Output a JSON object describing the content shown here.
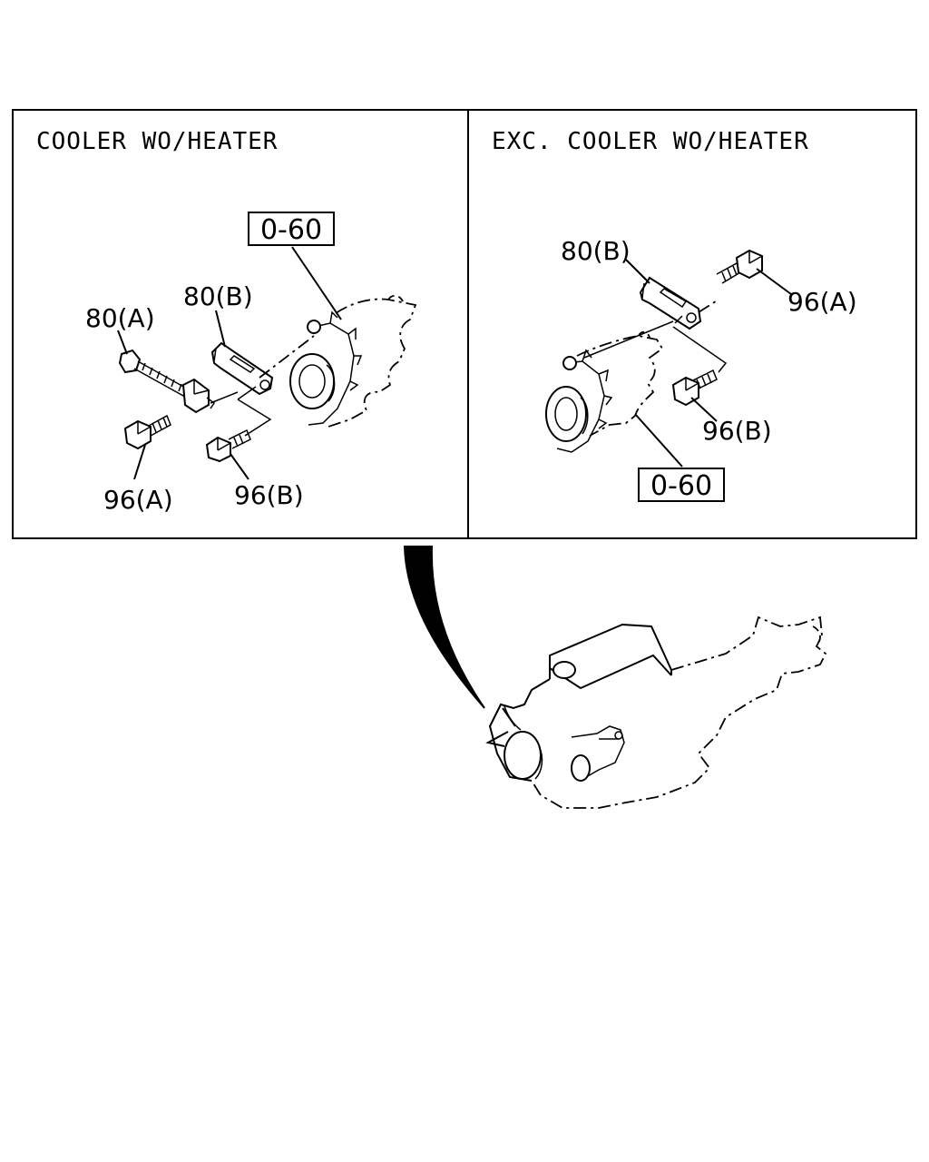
{
  "panels": [
    {
      "title": "COOLER WO/HEATER",
      "callouts": {
        "bracket_a": "80(A)",
        "bracket_b": "80(B)",
        "bolt_a": "96(A)",
        "bolt_b": "96(B)"
      },
      "reference": "0-60"
    },
    {
      "title": "EXC. COOLER WO/HEATER",
      "callouts": {
        "bracket_b": "80(B)",
        "bolt_a": "96(A)",
        "bolt_b": "96(B)"
      },
      "reference": "0-60"
    }
  ],
  "colors": {
    "line": "#000000",
    "background": "#ffffff"
  }
}
